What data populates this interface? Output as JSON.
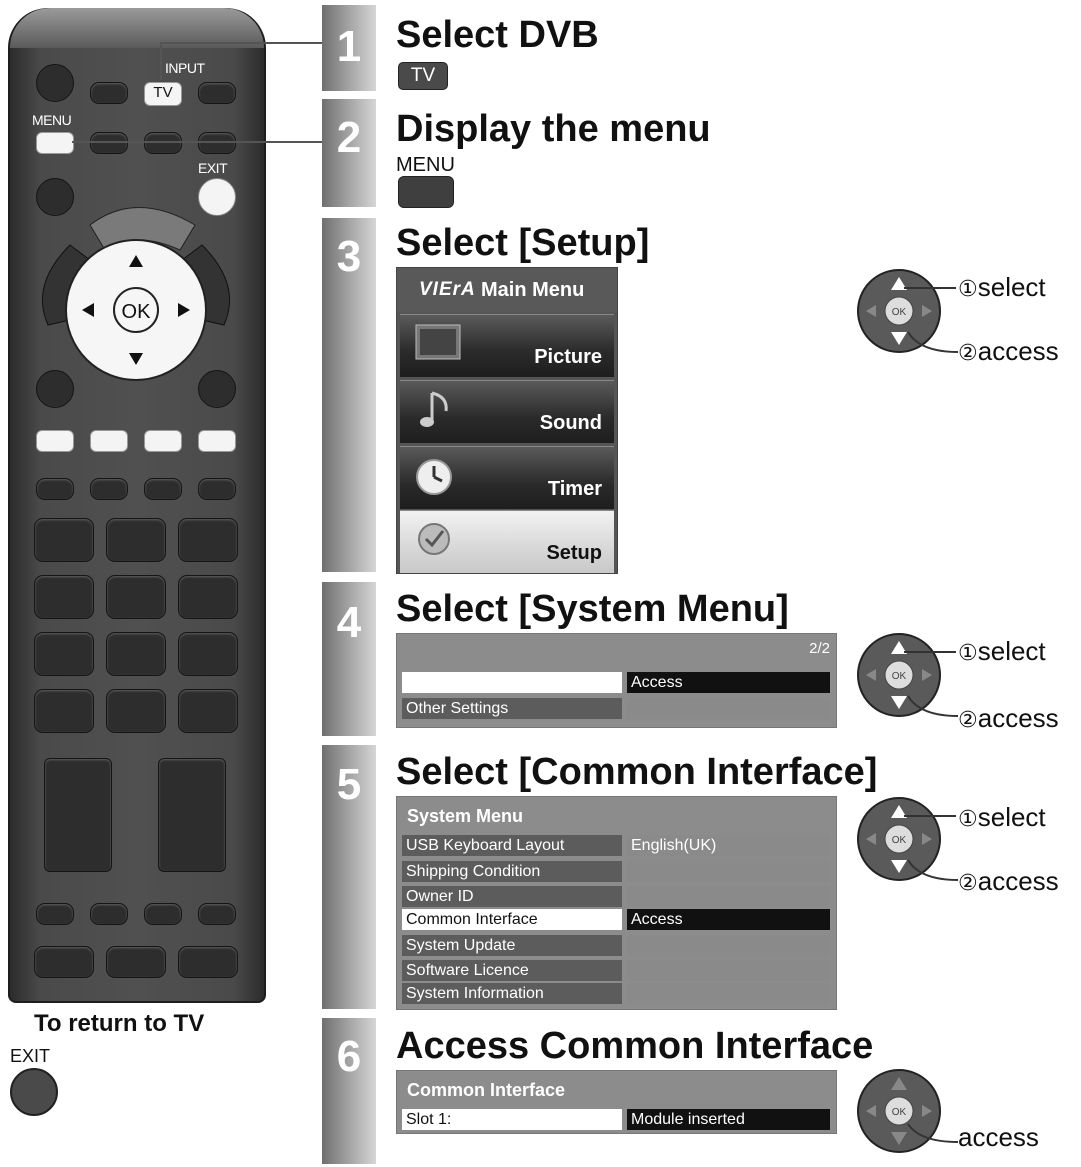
{
  "remote": {
    "input_label": "INPUT",
    "tv_key": "TV",
    "menu_label": "MENU",
    "exit_label": "EXIT",
    "ok_label": "OK"
  },
  "steps": [
    {
      "num": "1",
      "title": "Select DVB"
    },
    {
      "num": "2",
      "title": "Display the menu"
    },
    {
      "num": "3",
      "title": "Select [Setup]"
    },
    {
      "num": "4",
      "title": "Select [System Menu]"
    },
    {
      "num": "5",
      "title": "Select [Common Interface]"
    },
    {
      "num": "6",
      "title": "Access Common Interface"
    }
  ],
  "step1": {
    "key": "TV"
  },
  "step2": {
    "key_label": "MENU"
  },
  "main_menu": {
    "brand": "VIErA",
    "title": "Main Menu",
    "items": [
      "Picture",
      "Sound",
      "Timer",
      "Setup"
    ],
    "selected": "Setup"
  },
  "step4_panel": {
    "page": "2/2",
    "rows": [
      {
        "left": "",
        "right": "Access",
        "selected": true
      },
      {
        "left": "Other Settings",
        "right": "",
        "selected": false
      }
    ]
  },
  "system_menu": {
    "title": "System Menu",
    "rows": [
      {
        "left": "USB Keyboard Layout",
        "right": "English(UK)"
      },
      {
        "left": "Shipping Condition",
        "right": ""
      },
      {
        "left": "Owner ID",
        "right": ""
      },
      {
        "left": "Common Interface",
        "right": "Access"
      },
      {
        "left": "System Update",
        "right": ""
      },
      {
        "left": "Software Licence",
        "right": ""
      },
      {
        "left": "System Information",
        "right": ""
      }
    ],
    "selected_index": 3
  },
  "common_interface": {
    "title": "Common Interface",
    "slot_label": "Slot 1:",
    "slot_value": "Module inserted"
  },
  "nav": {
    "select_marker": "①",
    "select": "select",
    "access_marker": "②",
    "access": "access"
  },
  "footer": {
    "return_text": "To return to TV",
    "exit_label": "EXIT"
  }
}
